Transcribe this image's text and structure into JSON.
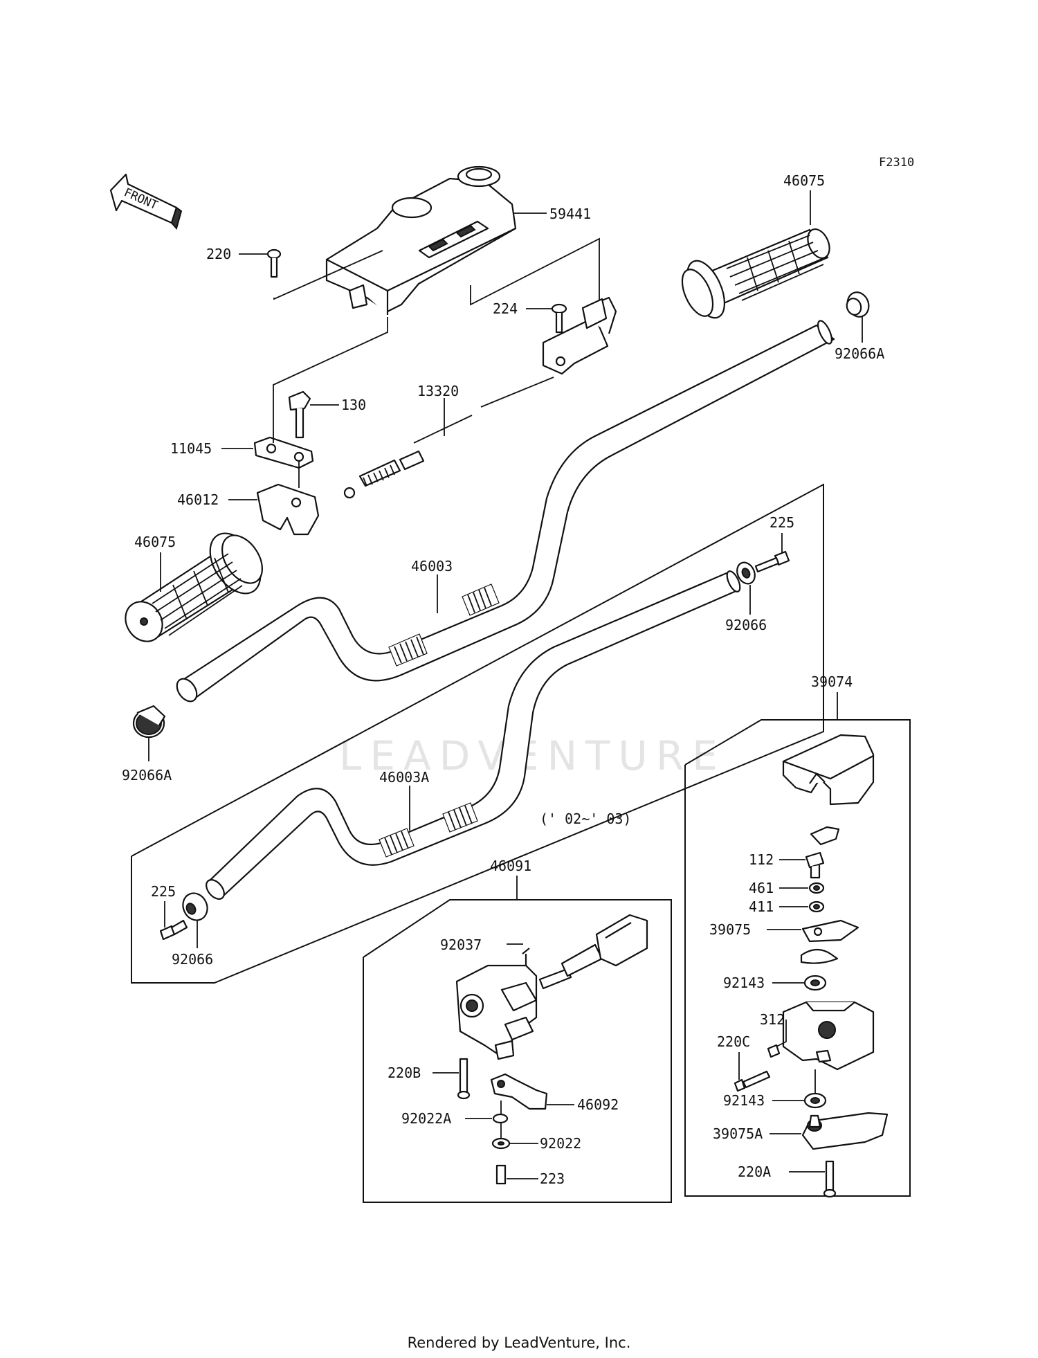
{
  "figure_code": "F2310",
  "front_label": "FRONT",
  "watermark": "LEADVENTURE",
  "year_note": "(' 02~' 03)",
  "footer": "Rendered by LeadVenture, Inc.",
  "labels": {
    "p59441": "59441",
    "p220": "220",
    "p46075_top": "46075",
    "p224": "224",
    "p92066A_top": "92066A",
    "p130": "130",
    "p13320": "13320",
    "p11045": "11045",
    "p46012": "46012",
    "p225_top": "225",
    "p46075_left": "46075",
    "p46003": "46003",
    "p92066_top": "92066",
    "p39074": "39074",
    "p92066A_left": "92066A",
    "p46003A": "46003A",
    "p46091": "46091",
    "p225_bottom": "225",
    "p92066_bottom": "92066",
    "p112": "112",
    "p461": "461",
    "p411": "411",
    "p39075": "39075",
    "p92037": "92037",
    "p92143_a": "92143",
    "p312": "312",
    "p220C": "220C",
    "p220B": "220B",
    "p92143_b": "92143",
    "p46092": "46092",
    "p92022A": "92022A",
    "p39075A": "39075A",
    "p92022": "92022",
    "p220A": "220A",
    "p223": "223"
  }
}
